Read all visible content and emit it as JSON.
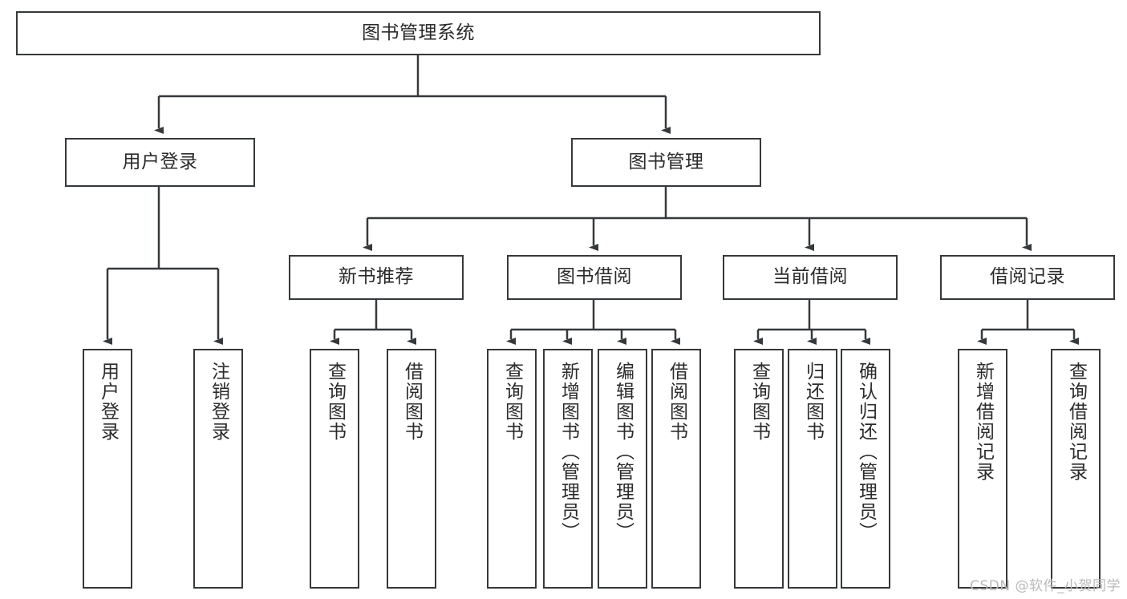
{
  "diagram": {
    "type": "tree-hierarchy",
    "title": "图书管理系统",
    "watermark": "CSDN @软件_小贺同学",
    "colors": {
      "border": "#36393b",
      "background": "#ffffff",
      "text": "#2b2b2b",
      "watermark": "#b9b9b9"
    },
    "nodes": {
      "root": {
        "label": "图书管理系统",
        "level": 1,
        "orientation": "horizontal"
      },
      "l2": [
        {
          "id": "user-login",
          "label": "用户登录",
          "level": 2,
          "orientation": "horizontal"
        },
        {
          "id": "book-management",
          "label": "图书管理",
          "level": 2,
          "orientation": "horizontal"
        }
      ],
      "l3": [
        {
          "id": "new-book-recommend",
          "label": "新书推荐",
          "level": 3,
          "orientation": "horizontal"
        },
        {
          "id": "book-borrow",
          "label": "图书借阅",
          "level": 3,
          "orientation": "horizontal"
        },
        {
          "id": "current-borrow",
          "label": "当前借阅",
          "level": 3,
          "orientation": "horizontal"
        },
        {
          "id": "borrow-record",
          "label": "借阅记录",
          "level": 3,
          "orientation": "horizontal"
        }
      ],
      "leaves": {
        "user_login": [
          {
            "id": "leaf-user-login",
            "label": "用户登录"
          },
          {
            "id": "leaf-user-logout",
            "label": "注销登录"
          }
        ],
        "new_book_recommend": [
          {
            "id": "leaf-query-book-1",
            "label": "查询图书"
          },
          {
            "id": "leaf-borrow-book-1",
            "label": "借阅图书"
          }
        ],
        "book_borrow": [
          {
            "id": "leaf-query-book-2",
            "label": "查询图书"
          },
          {
            "id": "leaf-add-book",
            "label": "新增图书（管理员）"
          },
          {
            "id": "leaf-edit-book",
            "label": "编辑图书（管理员）"
          },
          {
            "id": "leaf-borrow-book-2",
            "label": "借阅图书"
          }
        ],
        "current_borrow": [
          {
            "id": "leaf-query-book-3",
            "label": "查询图书"
          },
          {
            "id": "leaf-return-book",
            "label": "归还图书"
          },
          {
            "id": "leaf-confirm-return",
            "label": "确认归还（管理员）"
          }
        ],
        "borrow_record": [
          {
            "id": "leaf-add-record",
            "label": "新增借阅记录"
          },
          {
            "id": "leaf-query-record",
            "label": "查询借阅记录"
          }
        ]
      }
    }
  }
}
